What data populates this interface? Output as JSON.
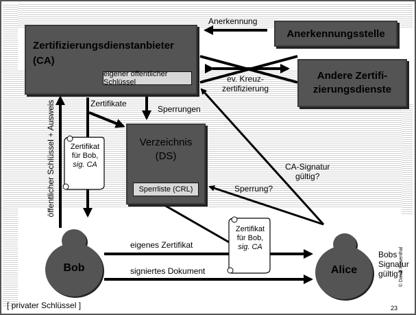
{
  "ca": {
    "title": "Zertifizierungsdienstanbieter\n(CA)",
    "public_key": "eigener öffentlicher Schlüssel"
  },
  "anerkennungsstelle": {
    "label": "Anerkennungsstelle"
  },
  "andere": {
    "label": "Andere Zertifi-\nzierungsdienste"
  },
  "verzeichnis": {
    "title": "Verzeichnis\n(DS)",
    "sperrliste": "Sperrliste (CRL)"
  },
  "bob": {
    "label": "Bob"
  },
  "alice": {
    "label": "Alice"
  },
  "labels": {
    "anerkennung": "Anerkennung",
    "kreuzzertifizierung": "ev. Kreuz-\nzertifizierung",
    "zertifikate": "Zertifikate",
    "sperrungen": "Sperrungen",
    "oeffentlicher_schluessel": "öffentlicher Schlüssel + Ausweis",
    "ca_signatur": "CA-Signatur\ngültig?",
    "sperrung": "Sperrung?",
    "eigenes_zertifikat": "eigenes Zertifikat",
    "signiertes_dokument": "signiertes Dokument",
    "bobs_signatur": "Bobs\nSignatur\ngültig?",
    "privater_schluessel": "[ privater Schlüssel ]"
  },
  "scroll1": {
    "line1": "Zertifikat",
    "line2": "für Bob,",
    "line3": "sig. CA"
  },
  "scroll2": {
    "line1": "Zertifikat",
    "line2": "für Bob,",
    "line3": "sig. CA"
  },
  "page": {
    "number": "23",
    "copyright": "© David Rosenthal"
  }
}
